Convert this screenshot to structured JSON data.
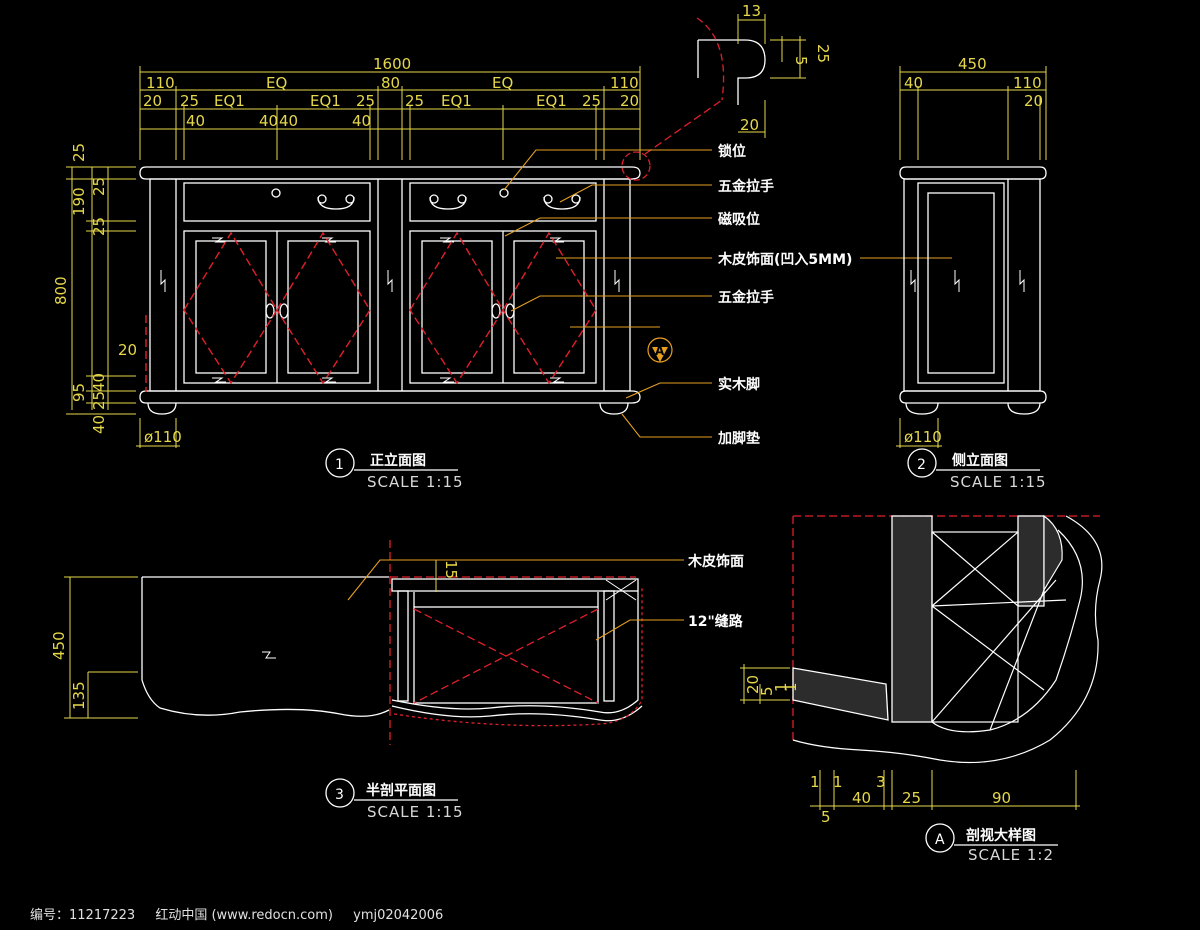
{
  "colors": {
    "background": "#000000",
    "dimension": "#e6d84a",
    "outline": "#ffffff",
    "centerline": "#e0202a",
    "leader": "#e8a020"
  },
  "front_view": {
    "overall_width": "1600",
    "top_row": [
      "110",
      "EQ",
      "80",
      "EQ",
      "110"
    ],
    "second_row": [
      "20",
      "25",
      "EQ1",
      "EQ1",
      "25",
      "25",
      "EQ1",
      "EQ1",
      "25",
      "20"
    ],
    "third_row": [
      "40",
      "40",
      "40",
      "40"
    ],
    "left_dims": [
      "25",
      "190",
      "25",
      "25",
      "800",
      "20",
      "95",
      "40",
      "25",
      "40"
    ],
    "foot_dim": "ø110",
    "callouts": [
      "锁位",
      "五金拉手",
      "磁吸位",
      "木皮饰面(凹入5MM)",
      "五金拉手",
      "实木脚",
      "加脚垫"
    ],
    "section_mark": "A"
  },
  "side_view": {
    "width": "450",
    "dims": [
      "40",
      "110",
      "20"
    ],
    "foot_dim": "ø110"
  },
  "detail_top": {
    "dims": [
      "13",
      "5",
      "25",
      "20"
    ]
  },
  "plan_view": {
    "depth": "450",
    "bottom": "135",
    "top_offset": "15",
    "callouts": [
      "木皮饰面",
      "12\"缝路"
    ]
  },
  "section_detail": {
    "left_dims": [
      "20",
      "5",
      "1",
      "1"
    ],
    "bottom_dims": [
      "1",
      "1",
      "3",
      "40",
      "25",
      "90",
      "5"
    ]
  },
  "titles": [
    {
      "num": "1",
      "name": "正立面图",
      "scale": "SCALE 1:15"
    },
    {
      "num": "2",
      "name": "侧立面图",
      "scale": "SCALE 1:15"
    },
    {
      "num": "3",
      "name": "半剖平面图",
      "scale": "SCALE 1:15"
    },
    {
      "num": "A",
      "name": "剖视大样图",
      "scale": "SCALE 1:2"
    }
  ],
  "footer": {
    "code": "编号：11217223",
    "site": "红动中国 (www.redocn.com)",
    "author": "ymj02042006"
  }
}
